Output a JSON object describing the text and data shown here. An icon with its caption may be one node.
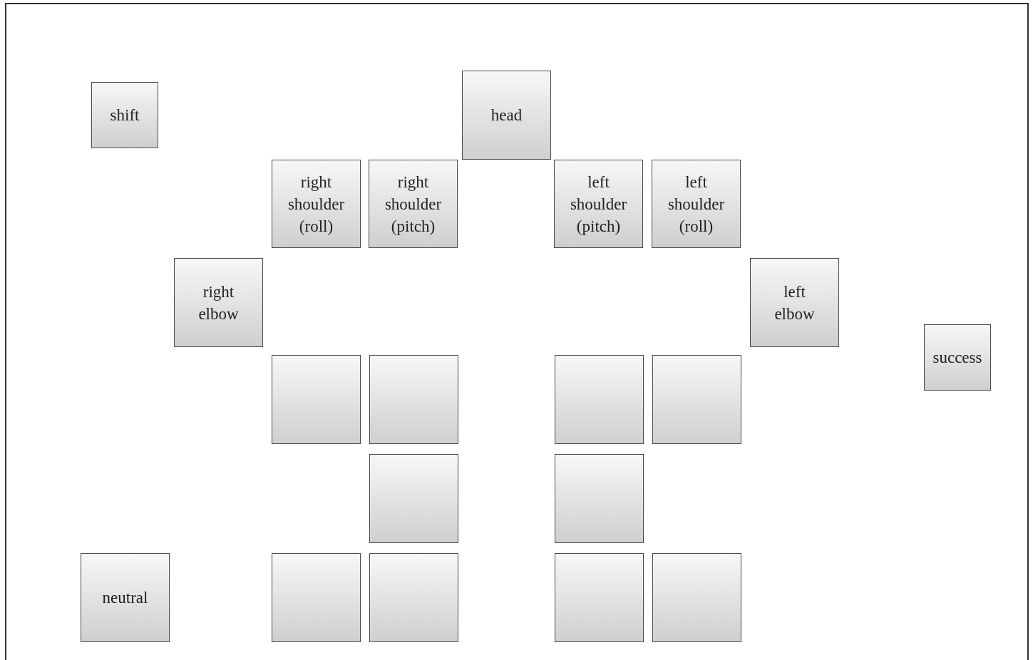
{
  "diagram": {
    "nodes": [
      {
        "text": [
          "shift"
        ]
      },
      {
        "text": [
          "head"
        ]
      },
      {
        "text": [
          "right shoulder (roll)"
        ]
      },
      {
        "text": [
          "right shoulder (pitch)"
        ]
      },
      {
        "text": [
          "left shoulder (pitch)"
        ]
      },
      {
        "text": [
          "left shoulder (roll)"
        ]
      },
      {
        "text": [
          "right elbow"
        ]
      },
      {
        "text": [
          "left elbow"
        ]
      },
      {
        "text": [
          "success"
        ]
      },
      {
        "text": [],
        "shape": "box"
      },
      {
        "text": [],
        "shape": "box"
      },
      {
        "text": [],
        "shape": "box"
      },
      {
        "text": [],
        "shape": "box"
      },
      {
        "text": [],
        "shape": "box"
      },
      {
        "text": [],
        "shape": "box"
      },
      {
        "text": [
          "neutral"
        ]
      },
      {
        "text": [],
        "shape": "box"
      },
      {
        "text": [],
        "shape": "box"
      },
      {
        "text": [],
        "shape": "box"
      },
      {
        "text": [],
        "shape": "box"
      }
    ]
  }
}
